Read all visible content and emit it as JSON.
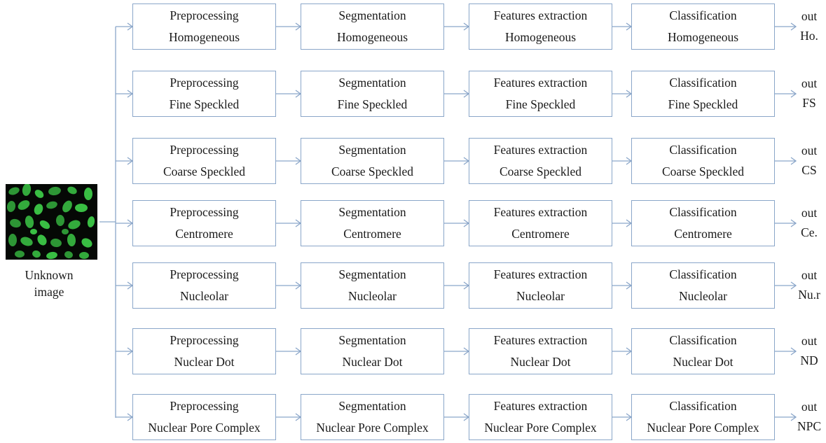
{
  "input": {
    "caption_line1": "Unknown",
    "caption_line2": "image",
    "image_description": "fluorescent green cell nuclei on black background"
  },
  "stage_names": [
    "Preprocessing",
    "Segmentation",
    "Features extraction",
    "Classification"
  ],
  "rows": [
    {
      "pattern": "Homogeneous",
      "out_word": "out",
      "out_code": "Ho."
    },
    {
      "pattern": "Fine Speckled",
      "out_word": "out",
      "out_code": "FS"
    },
    {
      "pattern": "Coarse Speckled",
      "out_word": "out",
      "out_code": "CS"
    },
    {
      "pattern": "Centromere",
      "out_word": "out",
      "out_code": "Ce."
    },
    {
      "pattern": "Nucleolar",
      "out_word": "out",
      "out_code": "Nu.r"
    },
    {
      "pattern": "Nuclear Dot",
      "out_word": "out",
      "out_code": "ND"
    },
    {
      "pattern": "Nuclear Pore Complex",
      "out_word": "out",
      "out_code": "NPC"
    }
  ],
  "colors": {
    "box_border": "#8aa6c9",
    "arrow": "#8aa6c9",
    "text": "#1a1a1a",
    "cell_green": "#3fd34a",
    "image_background": "#050805"
  }
}
